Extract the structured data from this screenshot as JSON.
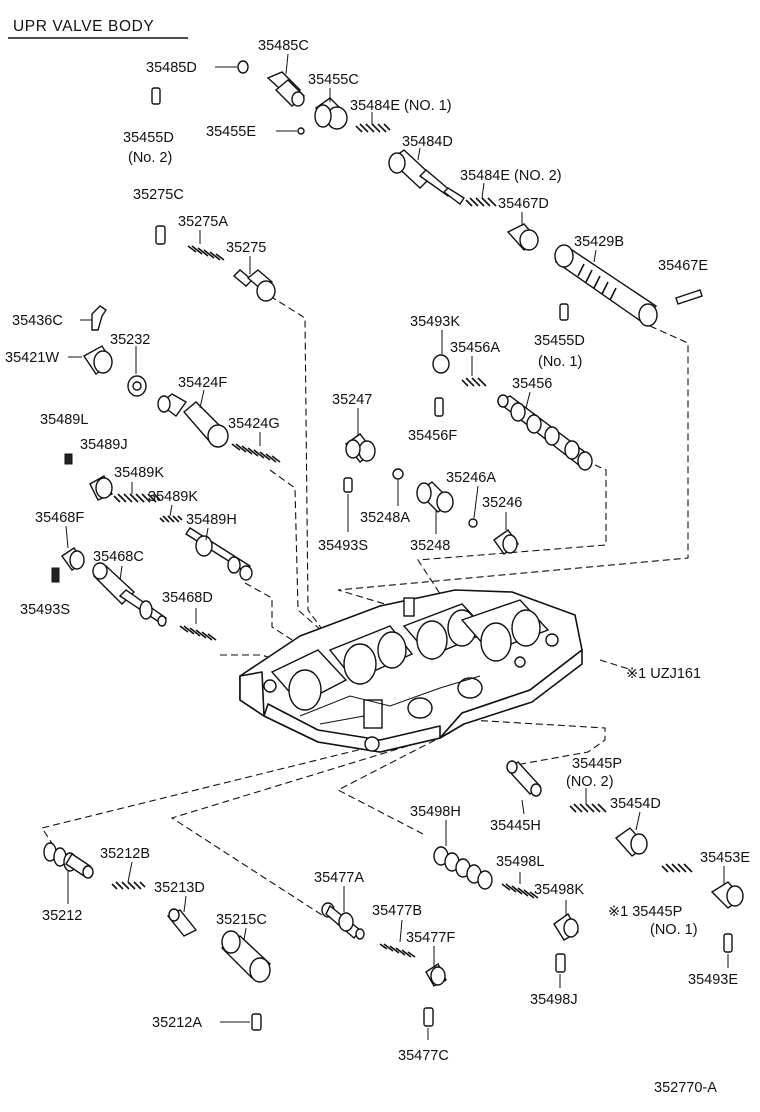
{
  "title": "UPR VALVE BODY",
  "illustration_code": "352770-A",
  "note": "※1 UZJ161",
  "labels": {
    "l35485C": "35485C",
    "l35485D": "35485D",
    "l35455C": "35455C",
    "l35484E1": "35484E (NO. 1)",
    "l35455D2a": "35455D",
    "l35455D2b": "(No. 2)",
    "l35455E": "35455E",
    "l35484D": "35484D",
    "l35484E2": "35484E (NO. 2)",
    "l35275C": "35275C",
    "l35467D": "35467D",
    "l35275A": "35275A",
    "l35275": "35275",
    "l35429B": "35429B",
    "l35467E": "35467E",
    "l35436C": "35436C",
    "l35493K": "35493K",
    "l35455D1a": "35455D",
    "l35455D1b": "(No. 1)",
    "l35421W": "35421W",
    "l35232": "35232",
    "l35456A": "35456A",
    "l35424F": "35424F",
    "l35456": "35456",
    "l35247": "35247",
    "l35489L": "35489L",
    "l35424G": "35424G",
    "l35456F": "35456F",
    "l35489J": "35489J",
    "l35489K1": "35489K",
    "l35246A": "35246A",
    "l35489K2": "35489K",
    "l35246": "35246",
    "l35468F": "35468F",
    "l35489H": "35489H",
    "l35248A": "35248A",
    "l35493S1": "35493S",
    "l35248": "35248",
    "l35468C": "35468C",
    "l35468D": "35468D",
    "l35493S2": "35493S",
    "l35445Pa": "35445P",
    "l35445Pb": "(NO. 2)",
    "l35454D": "35454D",
    "l35498H": "35498H",
    "l35445H": "35445H",
    "l35453E": "35453E",
    "l35212B": "35212B",
    "l35498L": "35498L",
    "l35477A": "35477A",
    "l35213D": "35213D",
    "l35498K": "35498K",
    "l35445P1a": "※1 35445P",
    "l35445P1b": "(NO. 1)",
    "l35212": "35212",
    "l35477B": "35477B",
    "l35215C": "35215C",
    "l35477F": "35477F",
    "l35493E": "35493E",
    "l35498J": "35498J",
    "l35212A": "35212A",
    "l35477C": "35477C"
  }
}
